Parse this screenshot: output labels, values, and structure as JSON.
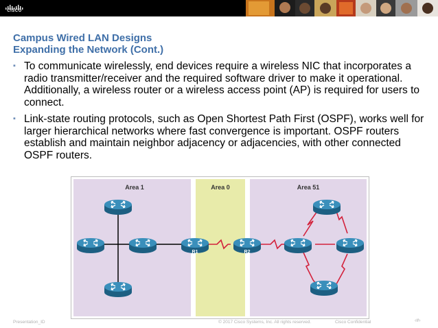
{
  "header": {
    "logo_text": "CISCO"
  },
  "slide": {
    "title_line1": "Campus Wired LAN Designs",
    "title_line2": "Expanding the Network (Cont.)",
    "bullets": [
      "To communicate wirelessly, end devices require a wireless NIC that incorporates a radio transmitter/receiver and the required software driver to make it operational. Additionally, a wireless router or a wireless access point (AP) is required for users to connect.",
      "Link-state routing protocols, such as Open Shortest Path First (OSPF), works well for larger hierarchical networks where fast convergence is important. OSPF routers establish and maintain neighbor adjacency or adjacencies, with other connected OSPF routers."
    ]
  },
  "diagram": {
    "areas": [
      {
        "label": "Area 1",
        "color": "#e2d6e9"
      },
      {
        "label": "Area 0",
        "color": "#e8ebaa"
      },
      {
        "label": "Area 51",
        "color": "#e2d6e9"
      }
    ],
    "routers": {
      "r1": "R1",
      "r2": "R2"
    },
    "colors": {
      "router": "#2e7fa8",
      "wan_link": "#d3213b",
      "lan_link": "#000000"
    }
  },
  "footer": {
    "presentation_id": "Presentation_ID",
    "copyright": "© 2017 Cisco Systems, Inc. All rights reserved.",
    "confidential": "Cisco Confidential",
    "page": "‹#›"
  }
}
